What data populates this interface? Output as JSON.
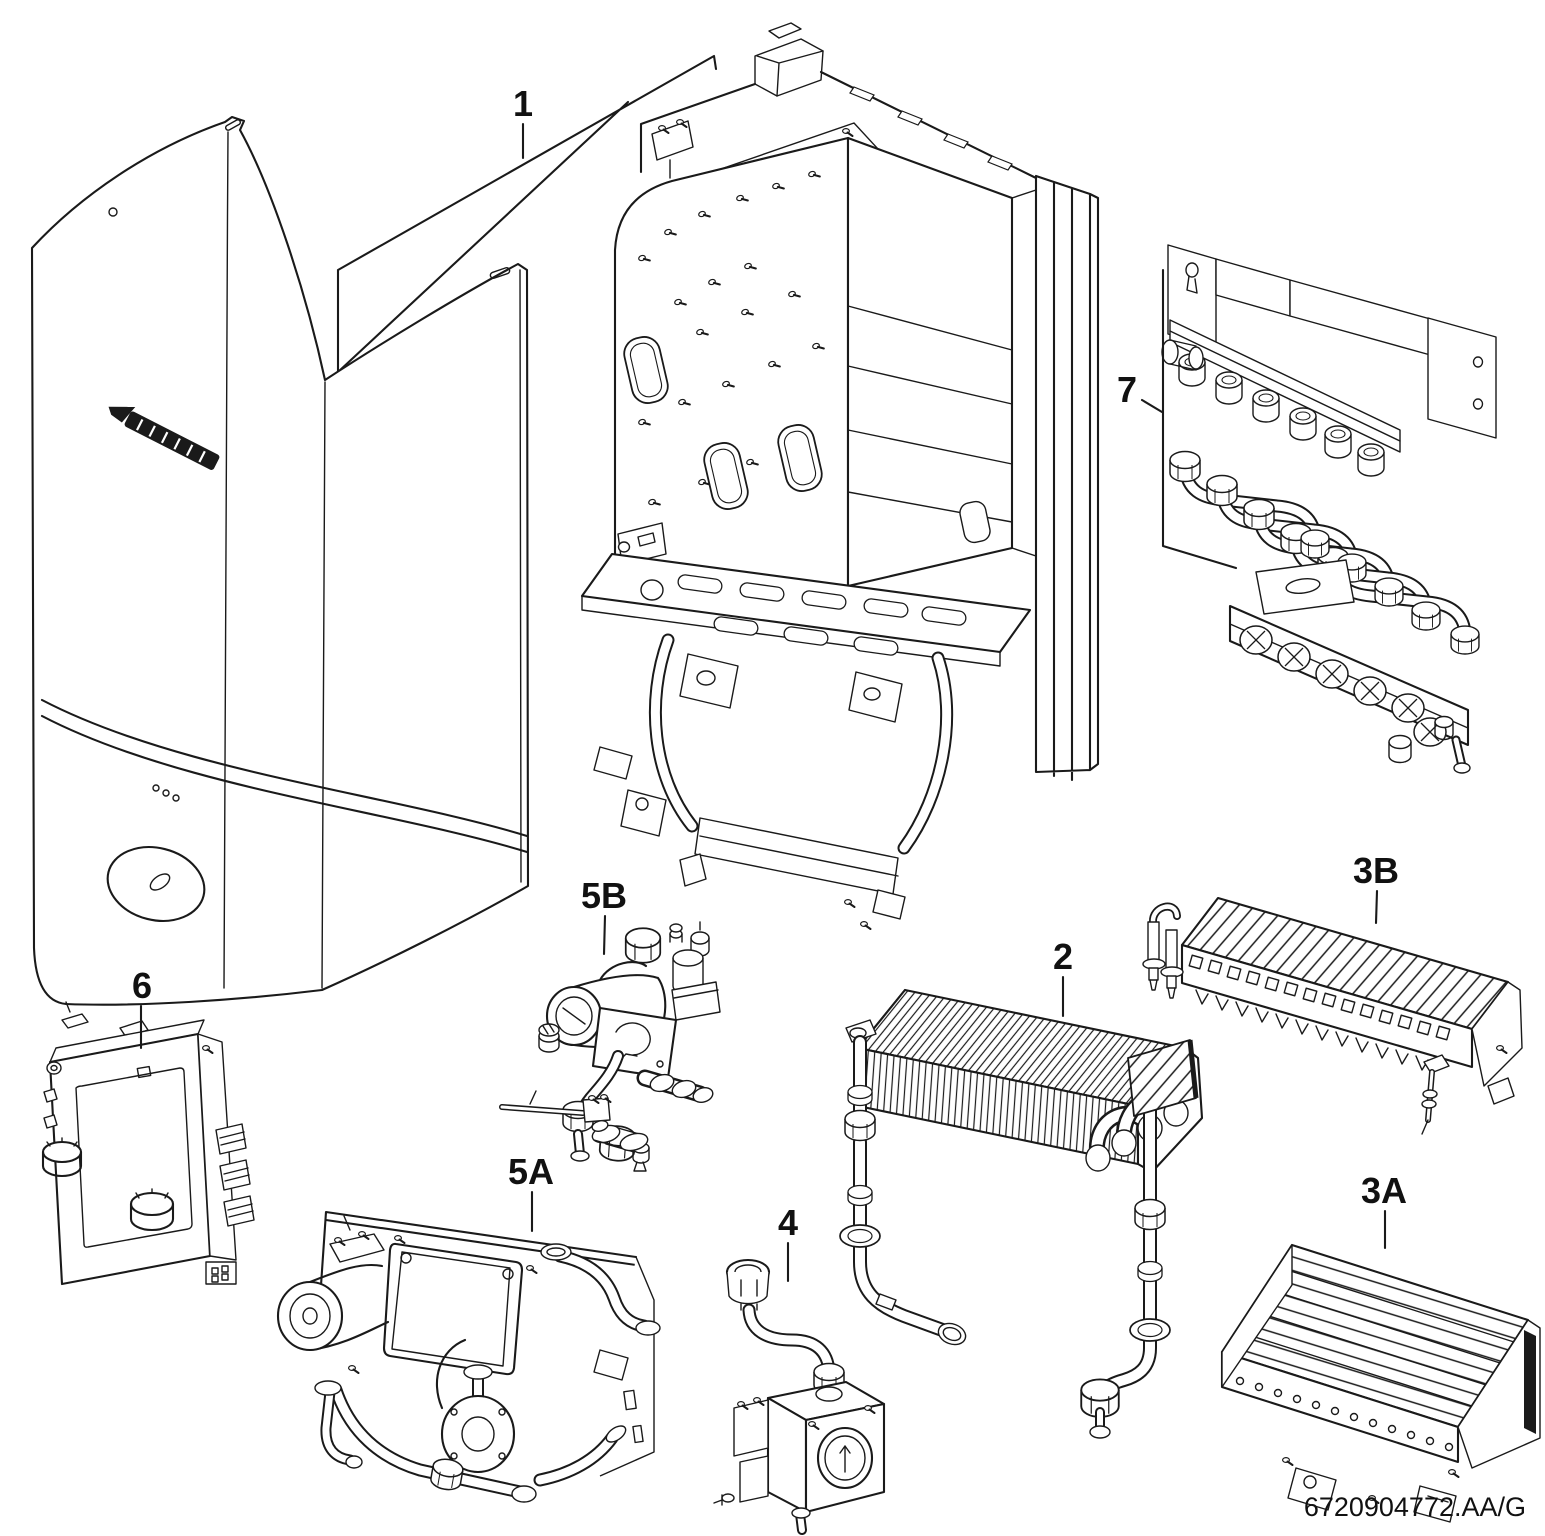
{
  "diagram": {
    "background_color": "#ffffff",
    "line_color": "#1a1a1a",
    "doc_number": "6720904772.AA/G",
    "brand_logo_icon": "junkers-wordmark",
    "callouts": [
      {
        "label": "1"
      },
      {
        "label": "2"
      },
      {
        "label": "3A"
      },
      {
        "label": "3B"
      },
      {
        "label": "4"
      },
      {
        "label": "5A"
      },
      {
        "label": "5B"
      },
      {
        "label": "6"
      },
      {
        "label": "7"
      }
    ]
  }
}
